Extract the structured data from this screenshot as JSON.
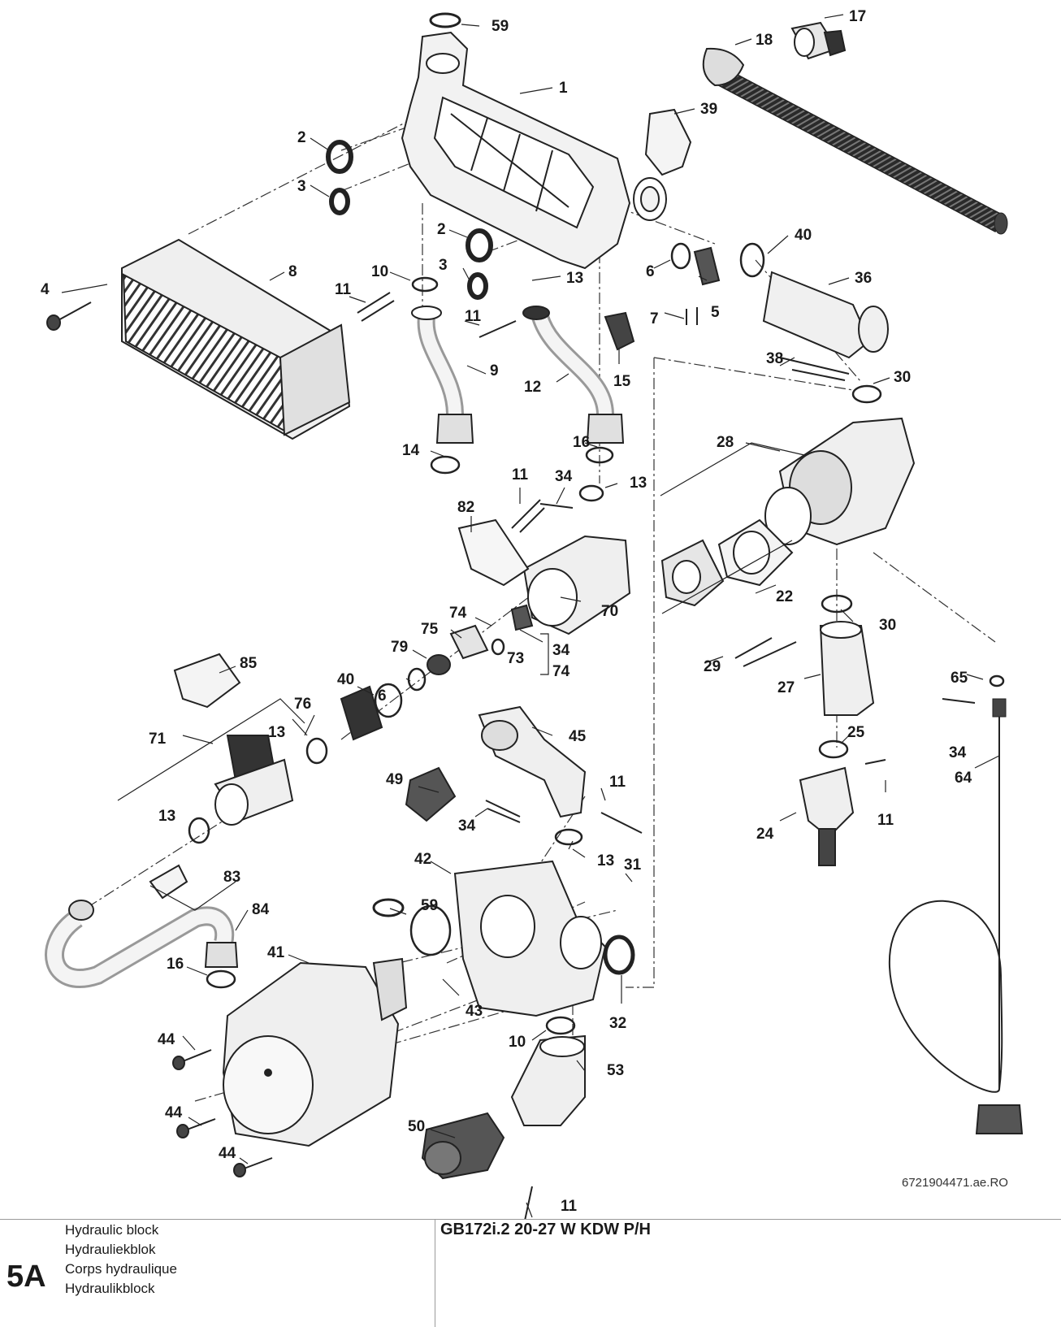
{
  "diagram": {
    "labels": [
      {
        "id": "59a",
        "text": "59"
      },
      {
        "id": "17",
        "text": "17"
      },
      {
        "id": "18",
        "text": "18"
      },
      {
        "id": "1",
        "text": "1"
      },
      {
        "id": "39",
        "text": "39"
      },
      {
        "id": "2a",
        "text": "2"
      },
      {
        "id": "3a",
        "text": "3"
      },
      {
        "id": "2b",
        "text": "2"
      },
      {
        "id": "40a",
        "text": "40"
      },
      {
        "id": "8",
        "text": "8"
      },
      {
        "id": "4",
        "text": "4"
      },
      {
        "id": "10a",
        "text": "10"
      },
      {
        "id": "3b",
        "text": "3"
      },
      {
        "id": "13a",
        "text": "13"
      },
      {
        "id": "6a",
        "text": "6"
      },
      {
        "id": "5",
        "text": "5"
      },
      {
        "id": "36",
        "text": "36"
      },
      {
        "id": "11a",
        "text": "11"
      },
      {
        "id": "11b",
        "text": "11"
      },
      {
        "id": "7",
        "text": "7"
      },
      {
        "id": "9",
        "text": "9"
      },
      {
        "id": "15",
        "text": "15"
      },
      {
        "id": "12",
        "text": "12"
      },
      {
        "id": "38",
        "text": "38"
      },
      {
        "id": "30a",
        "text": "30"
      },
      {
        "id": "14",
        "text": "14"
      },
      {
        "id": "16a",
        "text": "16"
      },
      {
        "id": "28",
        "text": "28"
      },
      {
        "id": "11c",
        "text": "11"
      },
      {
        "id": "34a",
        "text": "34"
      },
      {
        "id": "13b",
        "text": "13"
      },
      {
        "id": "82",
        "text": "82"
      },
      {
        "id": "22",
        "text": "22"
      },
      {
        "id": "70",
        "text": "70"
      },
      {
        "id": "74a",
        "text": "74"
      },
      {
        "id": "75",
        "text": "75"
      },
      {
        "id": "30b",
        "text": "30"
      },
      {
        "id": "79",
        "text": "79"
      },
      {
        "id": "73",
        "text": "73"
      },
      {
        "id": "34b",
        "text": "34"
      },
      {
        "id": "74b",
        "text": "74"
      },
      {
        "id": "29",
        "text": "29"
      },
      {
        "id": "85",
        "text": "85"
      },
      {
        "id": "40b",
        "text": "40"
      },
      {
        "id": "6b",
        "text": "6"
      },
      {
        "id": "65",
        "text": "65"
      },
      {
        "id": "27",
        "text": "27"
      },
      {
        "id": "76",
        "text": "76"
      },
      {
        "id": "71",
        "text": "71"
      },
      {
        "id": "13c",
        "text": "13"
      },
      {
        "id": "45",
        "text": "45"
      },
      {
        "id": "25",
        "text": "25"
      },
      {
        "id": "34c",
        "text": "34"
      },
      {
        "id": "49",
        "text": "49"
      },
      {
        "id": "11d",
        "text": "11"
      },
      {
        "id": "64",
        "text": "64"
      },
      {
        "id": "34d",
        "text": "34"
      },
      {
        "id": "13d",
        "text": "13"
      },
      {
        "id": "11e",
        "text": "11"
      },
      {
        "id": "24",
        "text": "24"
      },
      {
        "id": "83",
        "text": "83"
      },
      {
        "id": "42",
        "text": "42"
      },
      {
        "id": "13e",
        "text": "13"
      },
      {
        "id": "31",
        "text": "31"
      },
      {
        "id": "84",
        "text": "84"
      },
      {
        "id": "59b",
        "text": "59"
      },
      {
        "id": "41",
        "text": "41"
      },
      {
        "id": "16b",
        "text": "16"
      },
      {
        "id": "43",
        "text": "43"
      },
      {
        "id": "32",
        "text": "32"
      },
      {
        "id": "10b",
        "text": "10"
      },
      {
        "id": "44a",
        "text": "44"
      },
      {
        "id": "53",
        "text": "53"
      },
      {
        "id": "44b",
        "text": "44"
      },
      {
        "id": "50",
        "text": "50"
      },
      {
        "id": "11f",
        "text": "11"
      },
      {
        "id": "44c",
        "text": "44"
      }
    ],
    "doc_code": "6721904471.ae.RO"
  },
  "footer": {
    "section_code": "5A",
    "titles": [
      "Hydraulic block",
      "Hydrauliekblok",
      "Corps hydraulique",
      "Hydraulikblock"
    ],
    "model": "GB172i.2 20-27 W KDW P/H"
  }
}
